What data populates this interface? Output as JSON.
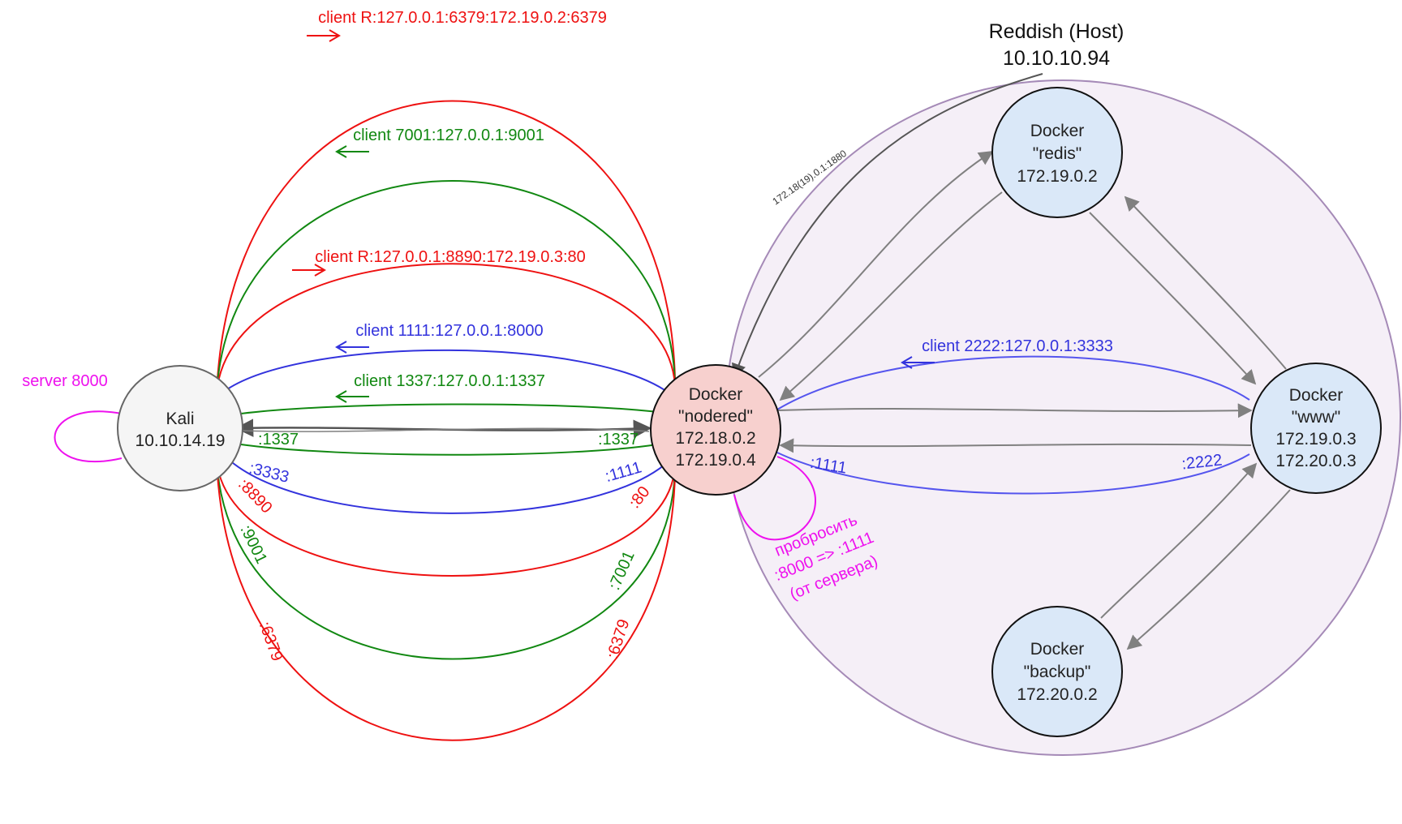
{
  "host": {
    "title": "Reddish (Host)",
    "ip": "10.10.10.94",
    "fill": "#f5eff7",
    "stroke": "#a58ab7"
  },
  "nodes": {
    "kali": {
      "line1": "Kali",
      "line2": "10.10.14.19",
      "fill": "#f5f5f5"
    },
    "nodered": {
      "line1": "Docker",
      "line2": "\"nodered\"",
      "line3": "172.18.0.2",
      "line4": "172.19.0.4",
      "fill": "#f7d0ce"
    },
    "redis": {
      "line1": "Docker",
      "line2": "\"redis\"",
      "line3": "172.19.0.2",
      "fill": "#dae8f8"
    },
    "www": {
      "line1": "Docker",
      "line2": "\"www\"",
      "line3": "172.19.0.3",
      "line4": "172.20.0.3",
      "fill": "#dae8f8"
    },
    "backup": {
      "line1": "Docker",
      "line2": "\"backup\"",
      "line3": "172.20.0.2",
      "fill": "#dae8f8"
    }
  },
  "colors": {
    "red": "#ee1111",
    "green": "#118811",
    "blue": "#3333dd",
    "lightblue": "#5555ee",
    "magenta": "#ee11ee",
    "gray": "#808080",
    "darkgray": "#555555"
  },
  "labels": {
    "server_8000": "server 8000",
    "client_r_6379": "client R:127.0.0.1:6379:172.19.0.2:6379",
    "client_7001": "client 7001:127.0.0.1:9001",
    "client_r_8890": "client R:127.0.0.1:8890:172.19.0.3:80",
    "client_1111": "client 1111:127.0.0.1:8000",
    "client_1337": "client 1337:127.0.0.1:1337",
    "client_2222": "client 2222:127.0.0.1:3333",
    "kali_1337": ":1337",
    "nodered_1337": ":1337",
    "kali_3333": ":3333",
    "nodered_1111": ":1111",
    "kali_8890": ":8890",
    "nodered_80": ":80",
    "kali_9001": ":9001",
    "nodered_7001": ":7001",
    "kali_6379": ":6379",
    "nodered_6379": ":6379",
    "nodered_1111_b": ":1111",
    "www_2222": ":2222",
    "host_link": "172.18(19).0.1:1880",
    "forward_1": "пробросить",
    "forward_2": ":8000 => :1111",
    "forward_3": "(от сервера)"
  }
}
